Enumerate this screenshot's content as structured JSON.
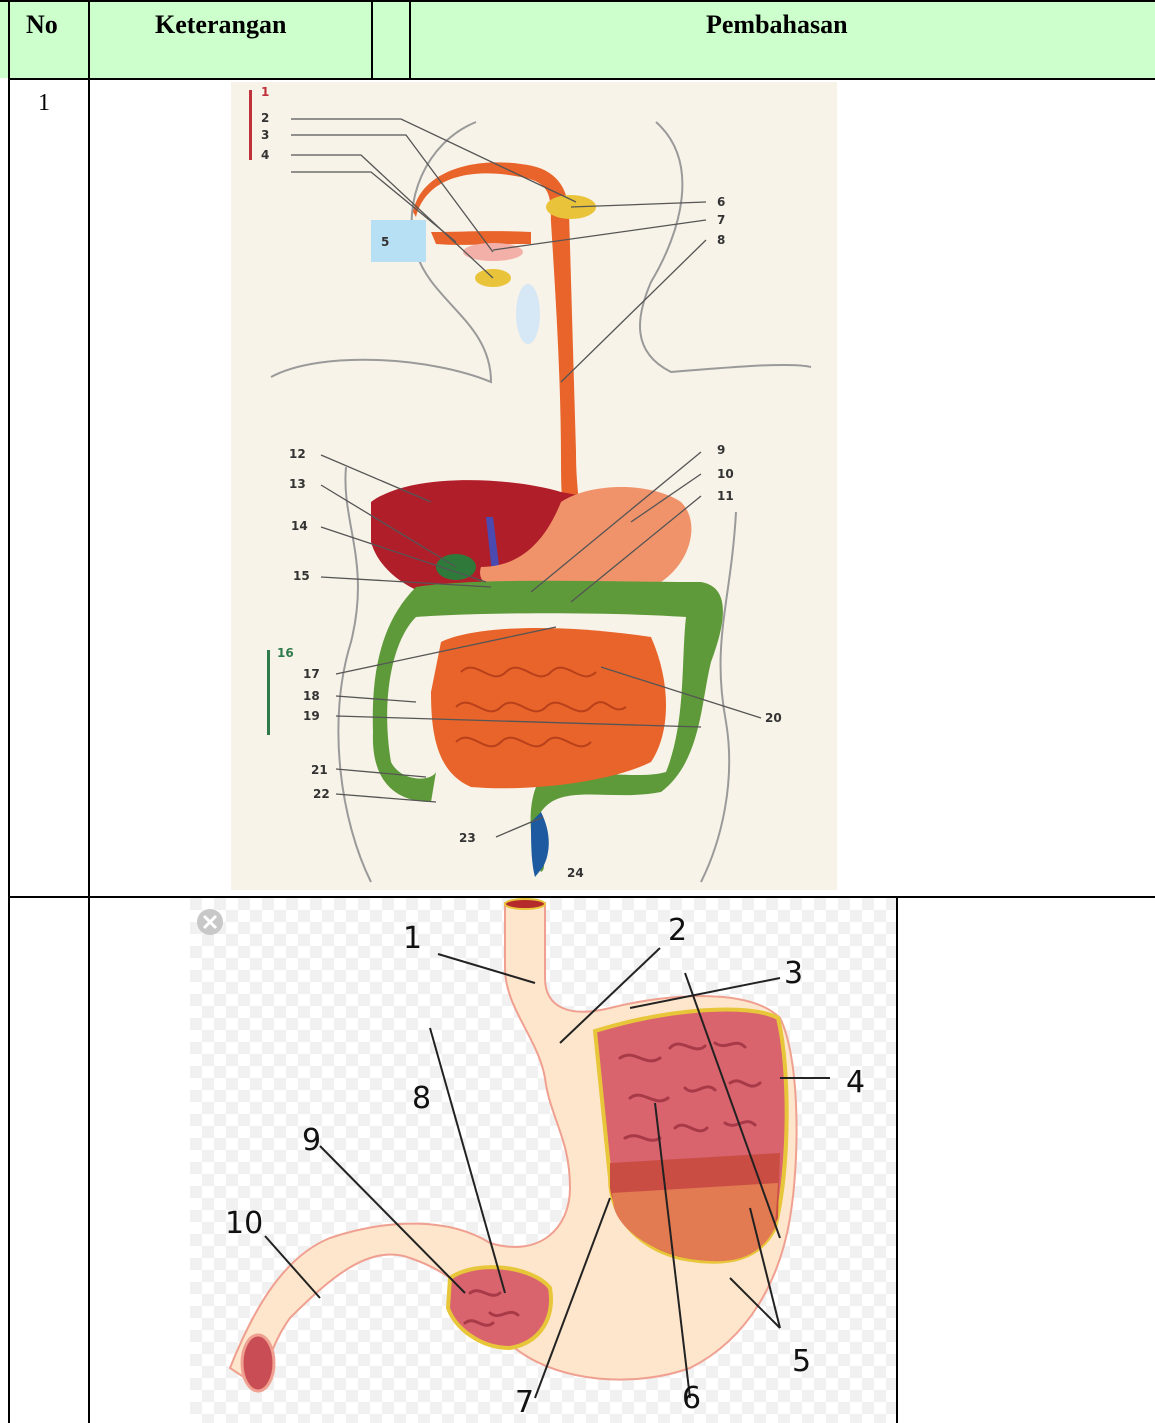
{
  "table": {
    "headers": {
      "no": "No",
      "keterangan": "Keterangan",
      "blank": "",
      "pembahasan": "Pembahasan"
    },
    "rows": [
      {
        "no": "1"
      },
      {
        "no": ""
      }
    ]
  },
  "figure1": {
    "labels": [
      "1",
      "2",
      "3",
      "4",
      "5",
      "6",
      "7",
      "8",
      "9",
      "10",
      "11",
      "12",
      "13",
      "14",
      "15",
      "16",
      "17",
      "18",
      "19",
      "20",
      "21",
      "22",
      "23",
      "24"
    ]
  },
  "figure2": {
    "labels": [
      "1",
      "2",
      "3",
      "4",
      "5",
      "6",
      "7",
      "8",
      "9",
      "10"
    ],
    "close_icon": "close-circle-icon"
  },
  "colors": {
    "header_bg": "#ccffcc",
    "organ_orange": "#e8642a",
    "liver": "#b01e2a",
    "colon": "#5e9a3a",
    "stomach_pink": "#d9646e"
  }
}
